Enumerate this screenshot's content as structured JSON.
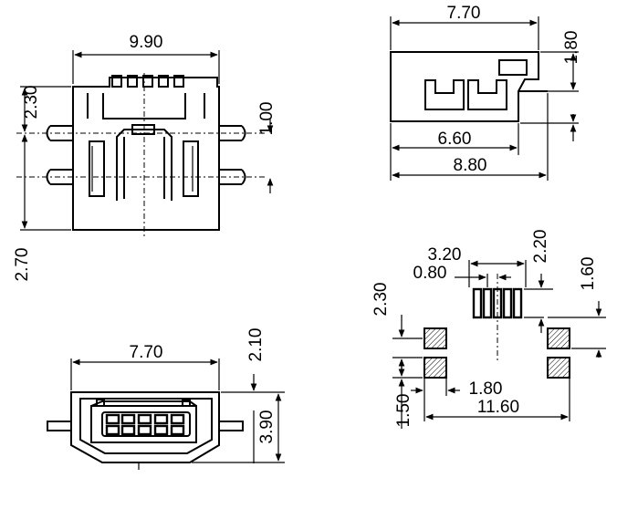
{
  "views": {
    "top": {
      "width": "9.90",
      "upper": "2.30",
      "pitch": "1.00",
      "lower": "2.70"
    },
    "side": {
      "top_width": "7.70",
      "height": "1.80",
      "inner_width": "6.60",
      "full_width": "8.80"
    },
    "front": {
      "width": "7.70",
      "upper": "2.10",
      "height": "3.90"
    },
    "footprint": {
      "span": "3.20",
      "pin_pitch": "0.80",
      "pin_row_height": "2.20",
      "pad_offset": "1.60",
      "pad_vertical": "2.30",
      "pad_gap": "1.80",
      "pad_height": "1.50",
      "total_width": "11.60"
    }
  }
}
